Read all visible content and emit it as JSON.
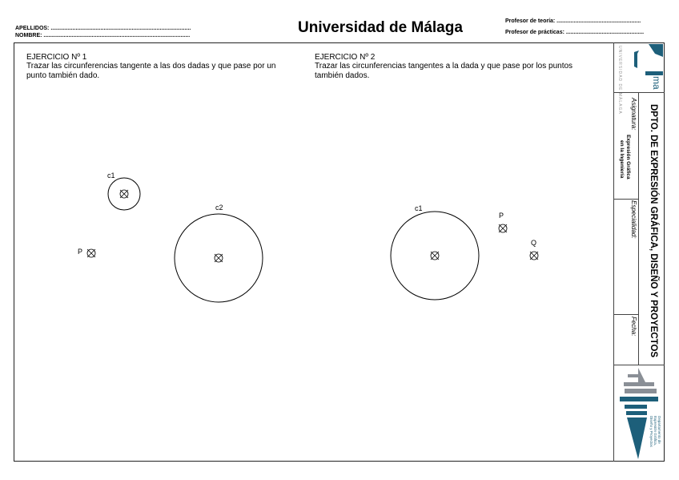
{
  "header": {
    "apellidos_label": "APELLIDOS: ..........................................................................................",
    "nombre_label": "NOMBRE: ..............................................................................................",
    "university": "Universidad de Málaga",
    "profesor_teoria": "Profesor de teoría: ......................................................",
    "profesor_practicas": "Profesor de prácticas: .................................................."
  },
  "exercises": [
    {
      "title": "EJERCICIO Nº 1",
      "text": "Trazar las circunferencias tangente a las dos dadas y que pase por un punto también dado.",
      "labels": {
        "c1": "c1",
        "c2": "c2",
        "p": "P"
      }
    },
    {
      "title": "EJERCICIO Nº 2",
      "text": "Trazar las circunferencias tangentes a la dada y que pase por los puntos también dados.",
      "labels": {
        "c1": "c1",
        "p": "P",
        "q": "Q"
      }
    }
  ],
  "sidebar": {
    "logo_text": "ma",
    "logo_university_vertical": "UNIVERSIDAD DE MÁLAGA",
    "department": "DPTO. DE EXPRESIÓN GRÁFICA, DISEÑO Y PROYECTOS",
    "asignatura_label": "Asignatura:",
    "asignatura_value_1": "Expresión Gráfica",
    "asignatura_value_2": "en la Ingeniería",
    "especialidad_label": "Especialidad:",
    "fecha_label": "Fecha:",
    "dept_logo_text": "Departamento de Expresión Gráfica, Diseño y Proyectos"
  },
  "colors": {
    "logo_blue": "#1d5f7a",
    "logo_gray": "#8a8f96"
  }
}
